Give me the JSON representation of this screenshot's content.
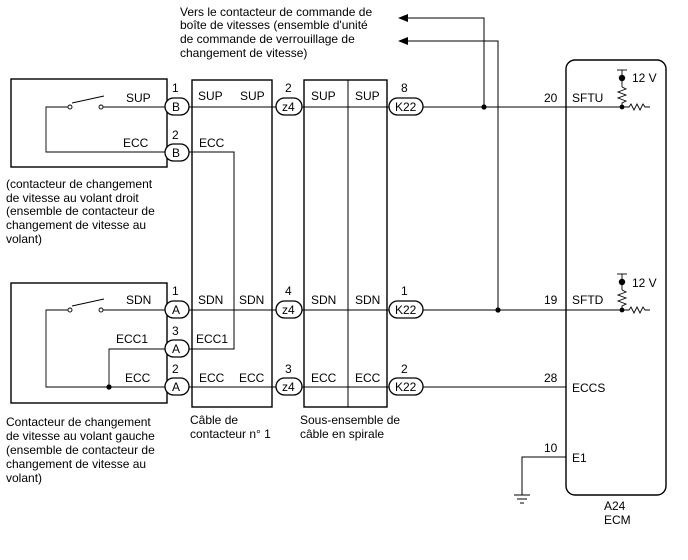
{
  "top_note": [
    "Vers le contacteur de commande de",
    "boîte de vitesses (ensemble d'unité",
    "de commande de verrouillage de",
    "changement de vitesse)"
  ],
  "right_switch": {
    "caption": [
      "(contacteur de changement",
      "de vitesse au volant droit",
      "(ensemble de contacteur de",
      "changement de vitesse au",
      "volant)"
    ],
    "sup_label": "SUP",
    "ecc_label": "ECC",
    "pin_sup": "1",
    "pin_ecc": "2",
    "conn_sup": "B",
    "conn_ecc": "B"
  },
  "left_switch": {
    "caption": [
      "Contacteur de changement",
      "de vitesse au volant gauche",
      "(ensemble de contacteur de",
      "changement de vitesse au",
      "volant)"
    ],
    "sdn_label": "SDN",
    "ecc1_label": "ECC1",
    "ecc_label": "ECC",
    "pin_sdn": "1",
    "pin_ecc1": "3",
    "pin_ecc": "2",
    "conn_sdn": "A",
    "conn_ecc1": "A",
    "conn_ecc": "A"
  },
  "cable1": {
    "caption": [
      "Câble de",
      "contacteur n° 1"
    ],
    "sup_in": "SUP",
    "sup_out": "SUP",
    "ecc_in": "ECC",
    "sdn_in": "SDN",
    "sdn_out": "SDN",
    "ecc1_in": "ECC1",
    "ecc_in2": "ECC",
    "ecc_out": "ECC"
  },
  "z4": {
    "label": "z4",
    "pin_sup": "2",
    "pin_sdn": "4",
    "pin_ecc": "3"
  },
  "spiral": {
    "caption": [
      "Sous-ensemble de",
      "câble en spirale"
    ],
    "sup_in": "SUP",
    "sup_out": "SUP",
    "sdn_in": "SDN",
    "sdn_out": "SDN",
    "ecc_in": "ECC",
    "ecc_out": "ECC"
  },
  "k22": {
    "label": "K22",
    "pin_sup": "8",
    "pin_sdn": "1",
    "pin_ecc": "2"
  },
  "ecm": {
    "pin_sftu": "20",
    "sftu": "SFTU",
    "pin_sftd": "19",
    "sftd": "SFTD",
    "pin_eccs": "28",
    "eccs": "ECCS",
    "pin_e1": "10",
    "e1": "E1",
    "v_top": "12 V",
    "v_bottom": "12 V",
    "code": "A24",
    "name": "ECM"
  }
}
